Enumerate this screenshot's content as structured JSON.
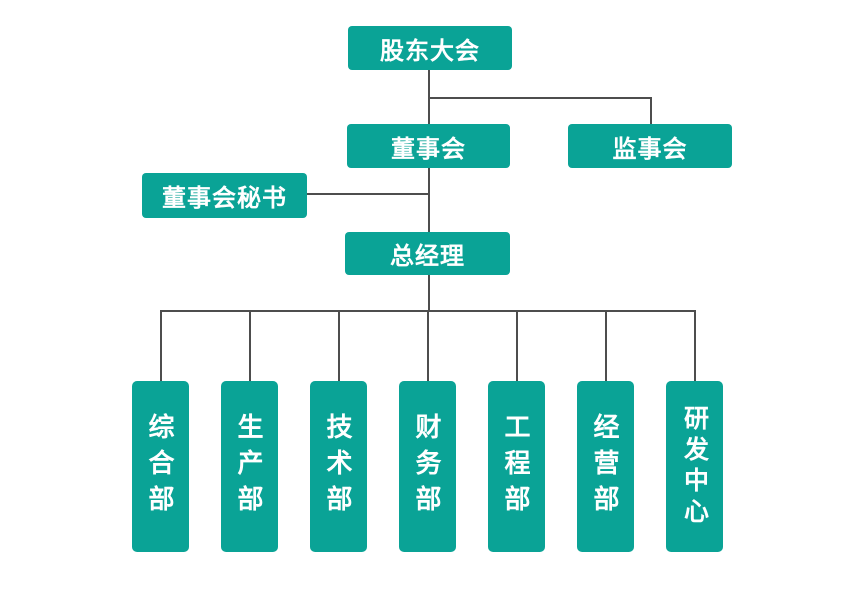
{
  "diagram": {
    "type": "org-chart",
    "nodes": {
      "shareholders": {
        "label": "股东大会"
      },
      "board": {
        "label": "董事会"
      },
      "supervisory": {
        "label": "监事会"
      },
      "secretary": {
        "label": "董事会秘书"
      },
      "general_manager": {
        "label": "总经理"
      },
      "departments": [
        {
          "label": "综合部"
        },
        {
          "label": "生产部"
        },
        {
          "label": "技术部"
        },
        {
          "label": "财务部"
        },
        {
          "label": "工程部"
        },
        {
          "label": "经营部"
        },
        {
          "label": "研发中心"
        }
      ]
    },
    "colors": {
      "node_fill": "#0aa396",
      "node_text": "#ffffff",
      "connector": "#4d4d4d",
      "background": "#ffffff"
    }
  }
}
